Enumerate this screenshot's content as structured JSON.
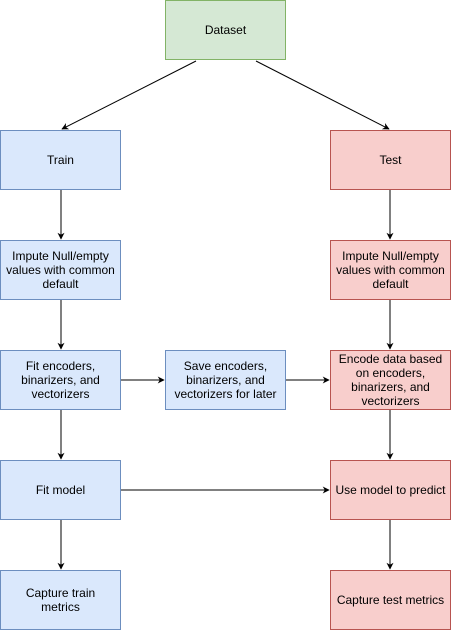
{
  "nodes": {
    "dataset": "Dataset",
    "train": "Train",
    "test": "Test",
    "impute_train": "Impute Null/empty values with common default",
    "impute_test": "Impute Null/empty values with common default",
    "fit_encoders": "Fit encoders, binarizers, and vectorizers",
    "save_encoders": "Save encoders, binarizers, and vectorizers for later",
    "encode_data": "Encode data based on encoders, binarizers, and vectorizers",
    "fit_model": "Fit model",
    "use_model": "Use model to predict",
    "capture_train": "Capture train metrics",
    "capture_test": "Capture test metrics"
  },
  "colors": {
    "dataset_fill": "#d5e8d4",
    "dataset_border": "#82b366",
    "train_fill": "#dae8fc",
    "train_border": "#6c8ebf",
    "test_fill": "#f8cecc",
    "test_border": "#b85450"
  },
  "edges": [
    {
      "from": "dataset",
      "to": "train"
    },
    {
      "from": "dataset",
      "to": "test"
    },
    {
      "from": "train",
      "to": "impute_train"
    },
    {
      "from": "impute_train",
      "to": "fit_encoders"
    },
    {
      "from": "fit_encoders",
      "to": "fit_model"
    },
    {
      "from": "fit_model",
      "to": "capture_train"
    },
    {
      "from": "fit_encoders",
      "to": "save_encoders"
    },
    {
      "from": "save_encoders",
      "to": "encode_data"
    },
    {
      "from": "test",
      "to": "impute_test"
    },
    {
      "from": "impute_test",
      "to": "encode_data"
    },
    {
      "from": "encode_data",
      "to": "use_model"
    },
    {
      "from": "use_model",
      "to": "capture_test"
    },
    {
      "from": "fit_model",
      "to": "use_model"
    }
  ]
}
